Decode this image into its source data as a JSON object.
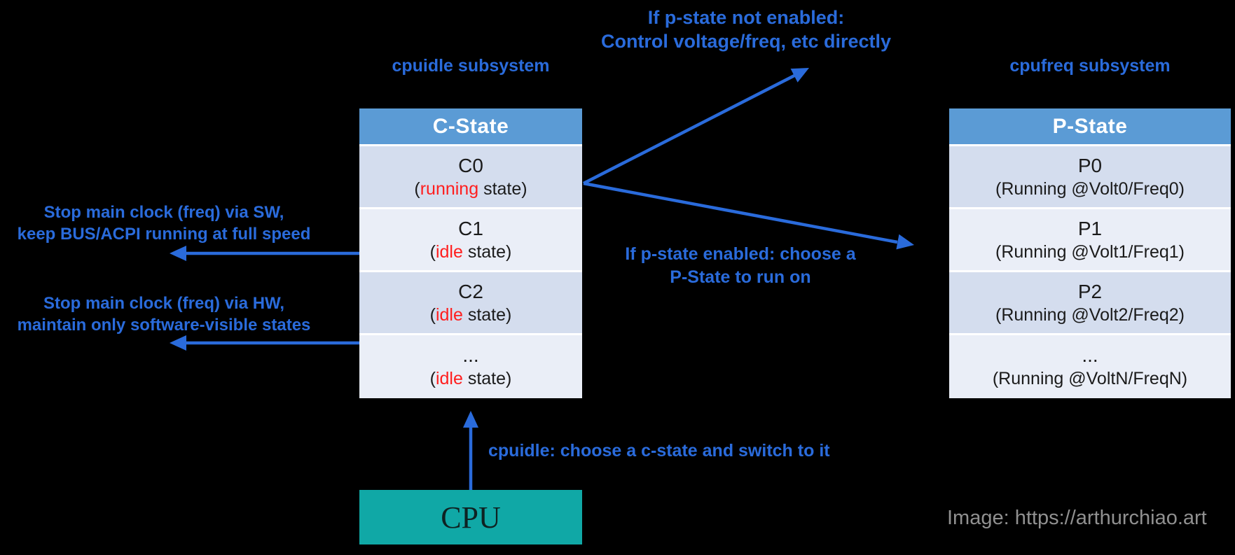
{
  "colors": {
    "background": "#000000",
    "accent_blue": "#2a6bdb",
    "red": "#ff1e1e",
    "table_header_bg": "#5b9bd5",
    "table_header_text": "#ffffff",
    "table_text": "#1b1b1b",
    "row_dark": "#d4ddee",
    "row_light": "#eaeef7",
    "cpu_box_bg": "#10a8a6",
    "watermark_gray": "#909090"
  },
  "notes": {
    "top": {
      "line1": "If p-state not enabled:",
      "line2": "Control voltage/freq, etc directly"
    },
    "cpuidle_subsystem": "cpuidle subsystem",
    "cpufreq_subsystem": "cpufreq subsystem",
    "left_sw": {
      "line1": "Stop main clock (freq) via SW,",
      "line2": "keep BUS/ACPI running at full speed"
    },
    "left_hw": {
      "line1": "Stop main clock (freq) via HW,",
      "line2": "maintain only software-visible states"
    },
    "pstate_enabled": {
      "line1": "If p-state enabled: choose a",
      "line2": "P-State to run on"
    },
    "cpuidle_action": "cpuidle: choose a c-state and switch to it",
    "watermark": "Image: https://arthurchiao.art"
  },
  "cstate_table": {
    "header": "C-State",
    "rows": [
      {
        "name": "C0",
        "desc_open": "(",
        "state": "running",
        "desc_close": " state)"
      },
      {
        "name": "C1",
        "desc_open": "(",
        "state": "idle",
        "desc_close": " state)"
      },
      {
        "name": "C2",
        "desc_open": "(",
        "state": "idle",
        "desc_close": " state)"
      },
      {
        "name": "...",
        "desc_open": "(",
        "state": "idle",
        "desc_close": " state)"
      }
    ]
  },
  "pstate_table": {
    "header": "P-State",
    "rows": [
      {
        "name": "P0",
        "desc": "(Running @Volt0/Freq0)"
      },
      {
        "name": "P1",
        "desc": "(Running @Volt1/Freq1)"
      },
      {
        "name": "P2",
        "desc": "(Running @Volt2/Freq2)"
      },
      {
        "name": "...",
        "desc": "(Running @VoltN/FreqN)"
      }
    ]
  },
  "cpu_box": {
    "label": "CPU"
  }
}
